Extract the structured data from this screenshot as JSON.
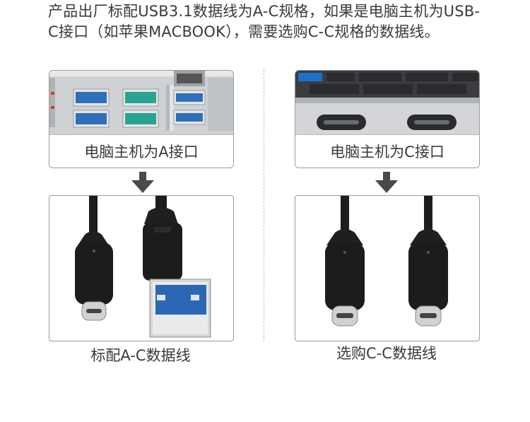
{
  "intro": {
    "text": "产品出厂标配USB3.1数据线为A-C规格，如果是电脑主机为USB-C接口（如苹果MACBOOK），需要选购C-C规格的数据线。"
  },
  "left": {
    "top_caption": "电脑主机为A接口",
    "bottom_caption": "标配A-C数据线"
  },
  "right": {
    "top_caption": "电脑主机为C接口",
    "bottom_caption": "选购C-C数据线"
  }
}
